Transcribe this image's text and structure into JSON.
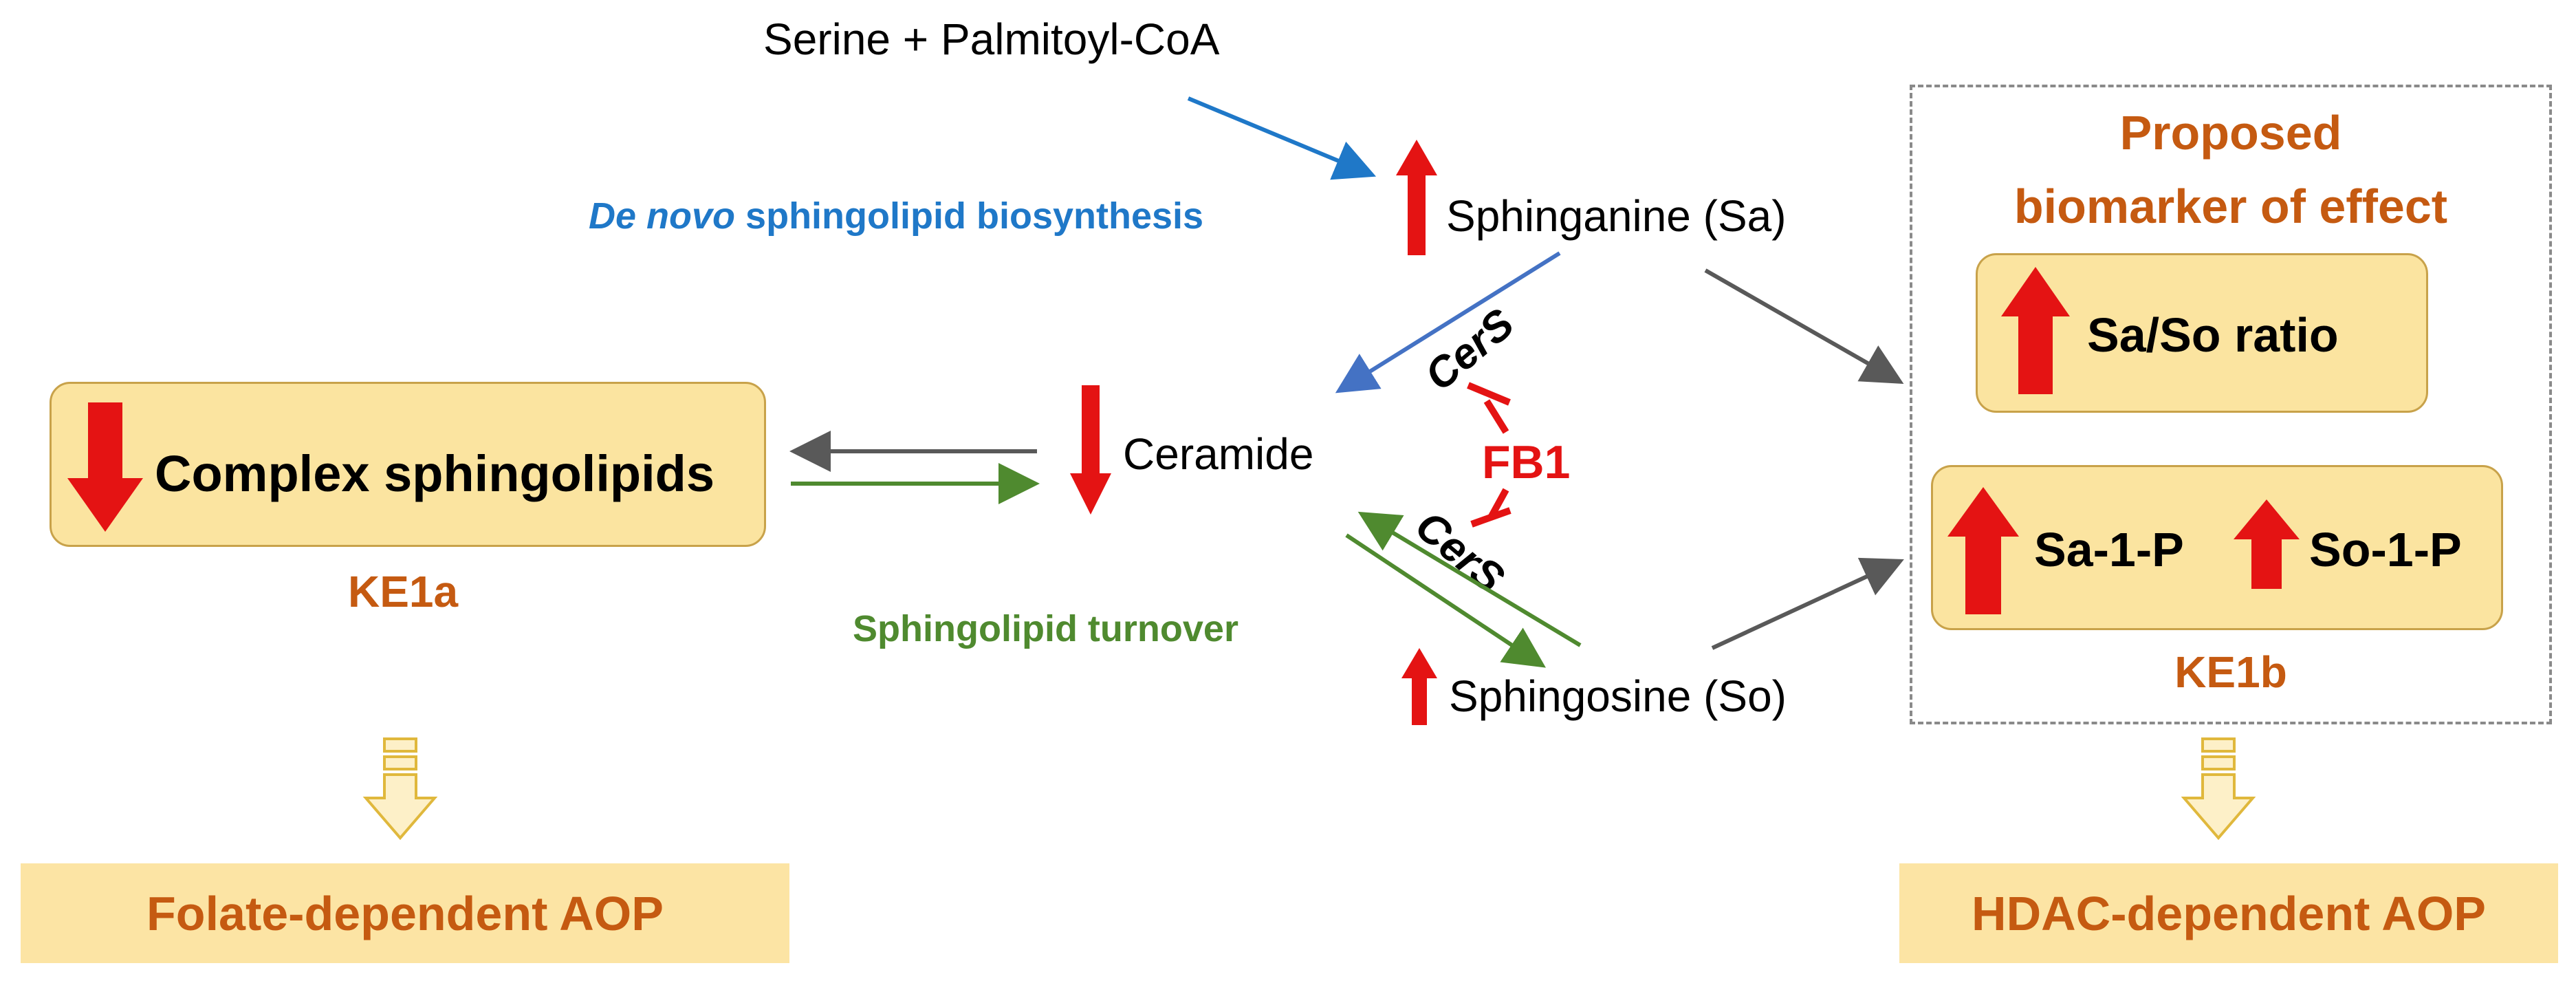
{
  "pathway": {
    "serine_palmitoyl": "Serine + Palmitoyl-CoA",
    "de_novo_italic": "De novo",
    "de_novo_rest": "sphingolipid  biosynthesis",
    "sphinganine": "Sphinganine (Sa)",
    "ceramide": "Ceramide",
    "sphingosine": "Sphingosine (So)",
    "turnover": "Sphingolipid  turnover",
    "cers_top": "CerS",
    "cers_bottom": "CerS",
    "fb1": "FB1"
  },
  "left": {
    "complex_label": "Complex sphingolipids",
    "ke1a": "KE1a",
    "folate_aop": "Folate-dependent AOP"
  },
  "right": {
    "proposed_line1": "Proposed",
    "proposed_line2": "biomarker of effect",
    "ratio_label": "Sa/So ratio",
    "sa1p": "Sa-1-P",
    "so1p": "So-1-P",
    "ke1b": "KE1b",
    "hdac_aop": "HDAC-dependent AOP"
  },
  "colors": {
    "increase_decrease_arrow": "#e41313",
    "de_novo_blue": "#1f78c8",
    "turnover_green": "#4f8a2f",
    "label_orange": "#c55a11",
    "box_fill": "#fbe4a0",
    "flow_gray": "#595959"
  }
}
